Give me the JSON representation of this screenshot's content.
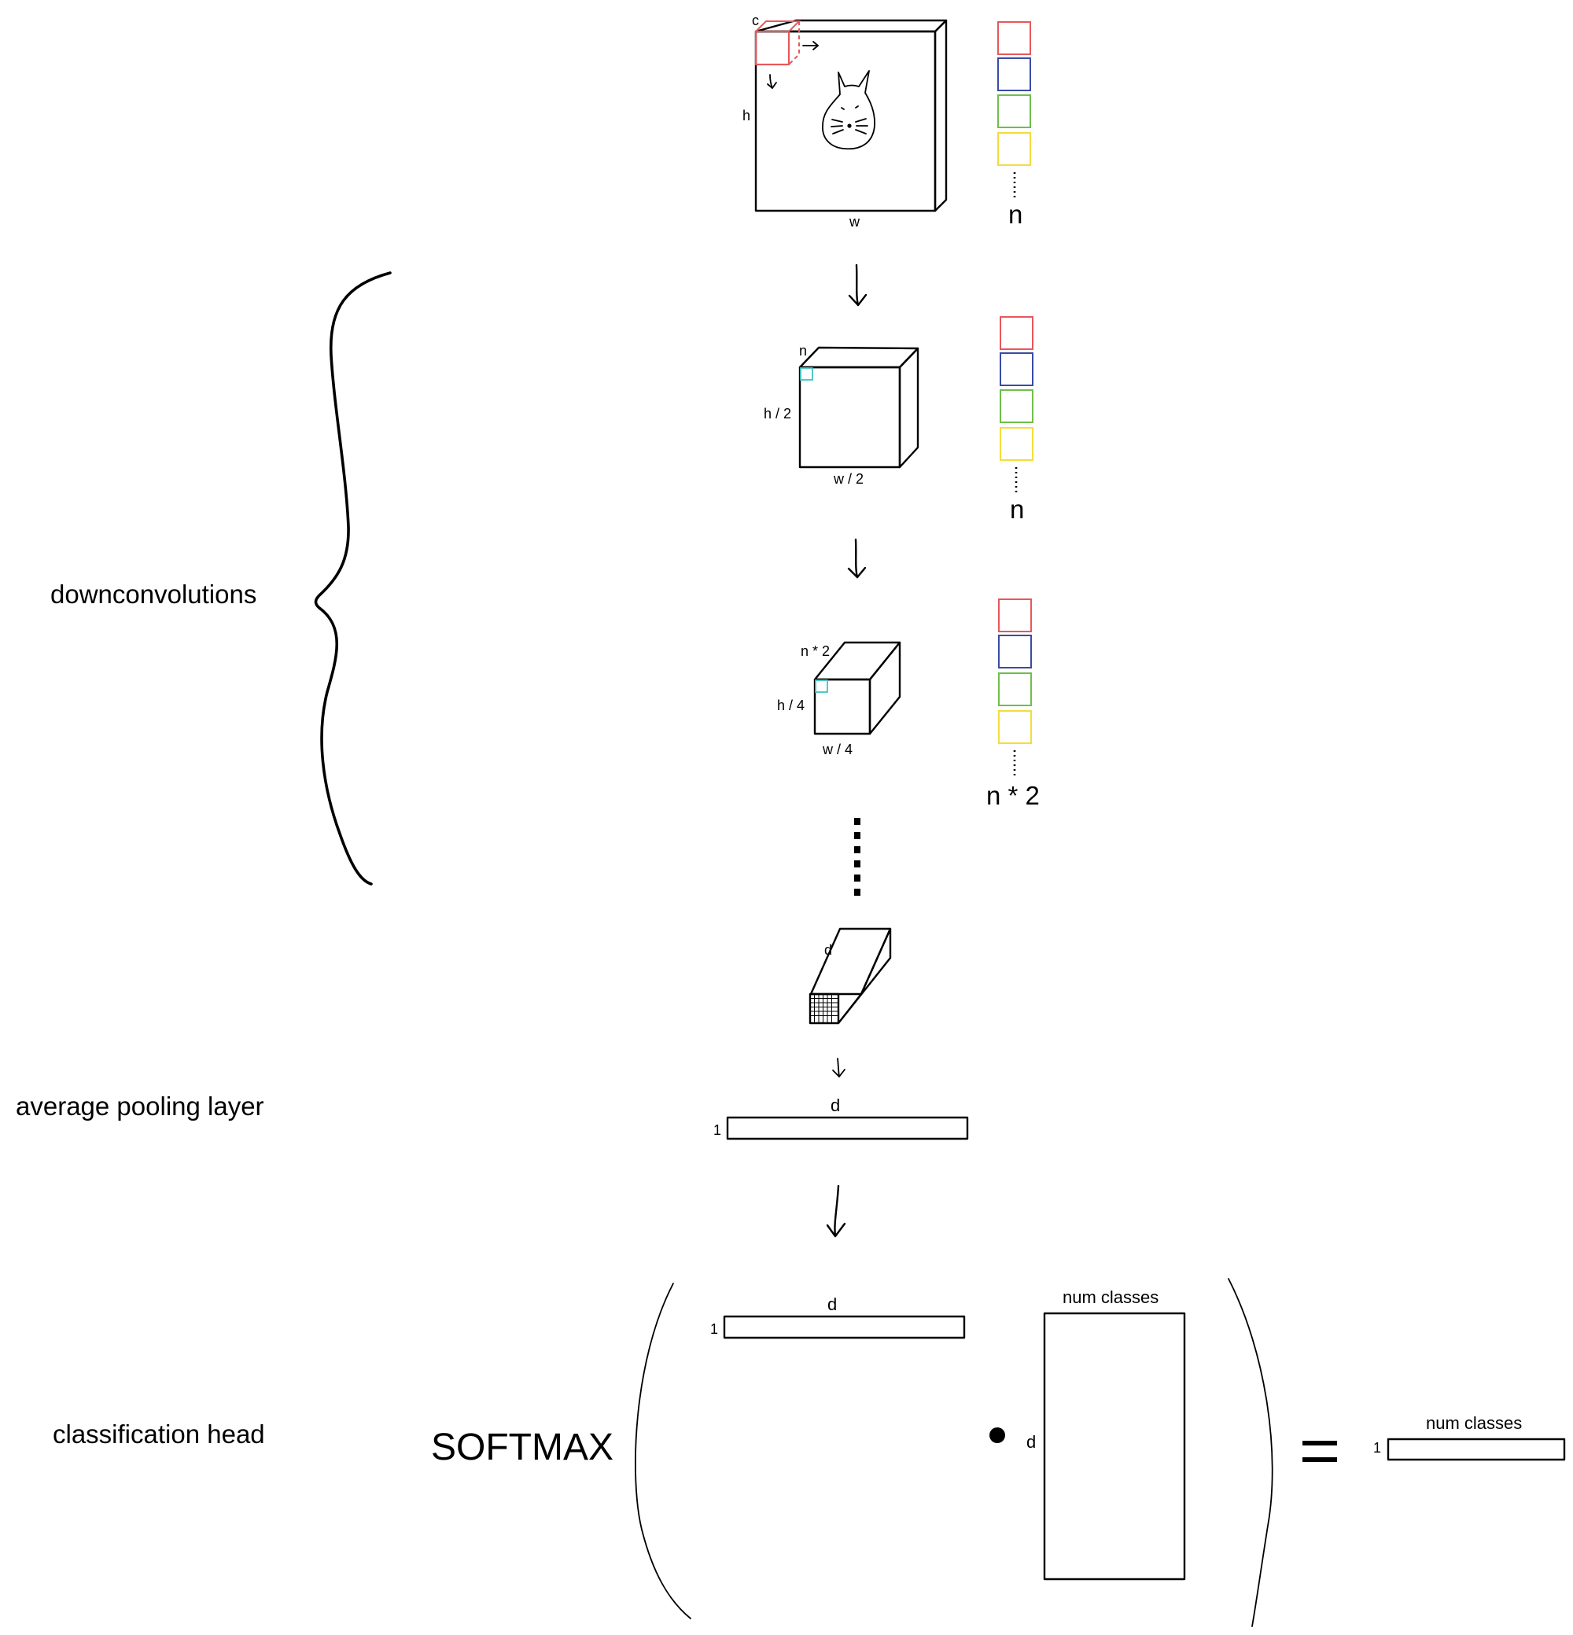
{
  "labels": {
    "downconvolutions": "downconvolutions",
    "average_pooling": "average pooling layer",
    "classification_head": "classification head",
    "softmax": "SOFTMAX"
  },
  "input": {
    "c": "c",
    "h": "h",
    "w": "w"
  },
  "layer1": {
    "n": "n",
    "h": "h / 2",
    "w": "w / 2"
  },
  "layer2": {
    "n": "n * 2",
    "h": "h / 4",
    "w": "w / 4"
  },
  "final_block": {
    "d": "d"
  },
  "filters": {
    "stack1_count": "n",
    "stack2_count": "n",
    "stack3_count": "n * 2",
    "colors": [
      "#e8575a",
      "#3a4ba3",
      "#6fbf4a",
      "#f4dc3c"
    ]
  },
  "pooled": {
    "d": "d",
    "one": "1"
  },
  "head": {
    "vec_d": "d",
    "vec_one": "1",
    "matrix_top": "num classes",
    "matrix_side": "d",
    "out_top": "num classes",
    "out_one": "1"
  },
  "colors": {
    "kernel": "#e8575a",
    "cell": "#40c4c4"
  }
}
